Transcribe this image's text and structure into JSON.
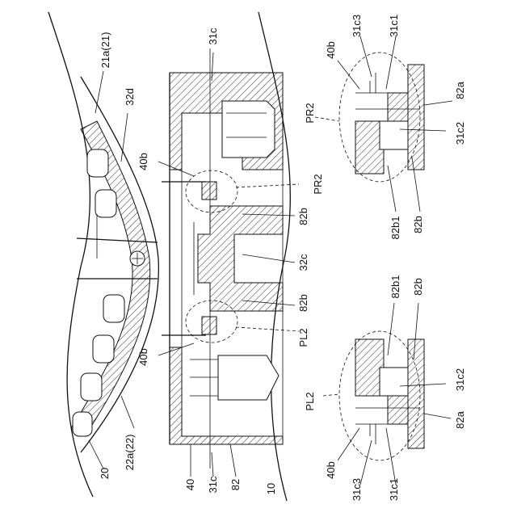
{
  "labels": {
    "l_21a": "21a(21)",
    "l_32d": "32d",
    "l_31c_top": "31c",
    "l_40b_top": "40b",
    "l_pr2_main": "PR2",
    "l_82b_top": "82b",
    "l_32c": "32c",
    "l_82b_mid": "82b",
    "l_pl2_main": "PL2",
    "l_40b_bot": "40b",
    "l_22a": "22a(22)",
    "l_20": "20",
    "l_40": "40",
    "l_31c_bot": "31c",
    "l_82": "82",
    "l_10": "10",
    "pr2": {
      "l_40b": "40b",
      "l_31c3": "31c3",
      "l_31c1": "31c1",
      "l_pr2": "PR2",
      "l_82a": "82a",
      "l_31c2": "31c2",
      "l_82b1": "82b1",
      "l_82b": "82b"
    },
    "pl2": {
      "l_82b1": "82b1",
      "l_82b": "82b",
      "l_pl2": "PL2",
      "l_31c2": "31c2",
      "l_82a": "82a",
      "l_40b": "40b",
      "l_31c3": "31c3",
      "l_31c1": "31c1"
    }
  }
}
